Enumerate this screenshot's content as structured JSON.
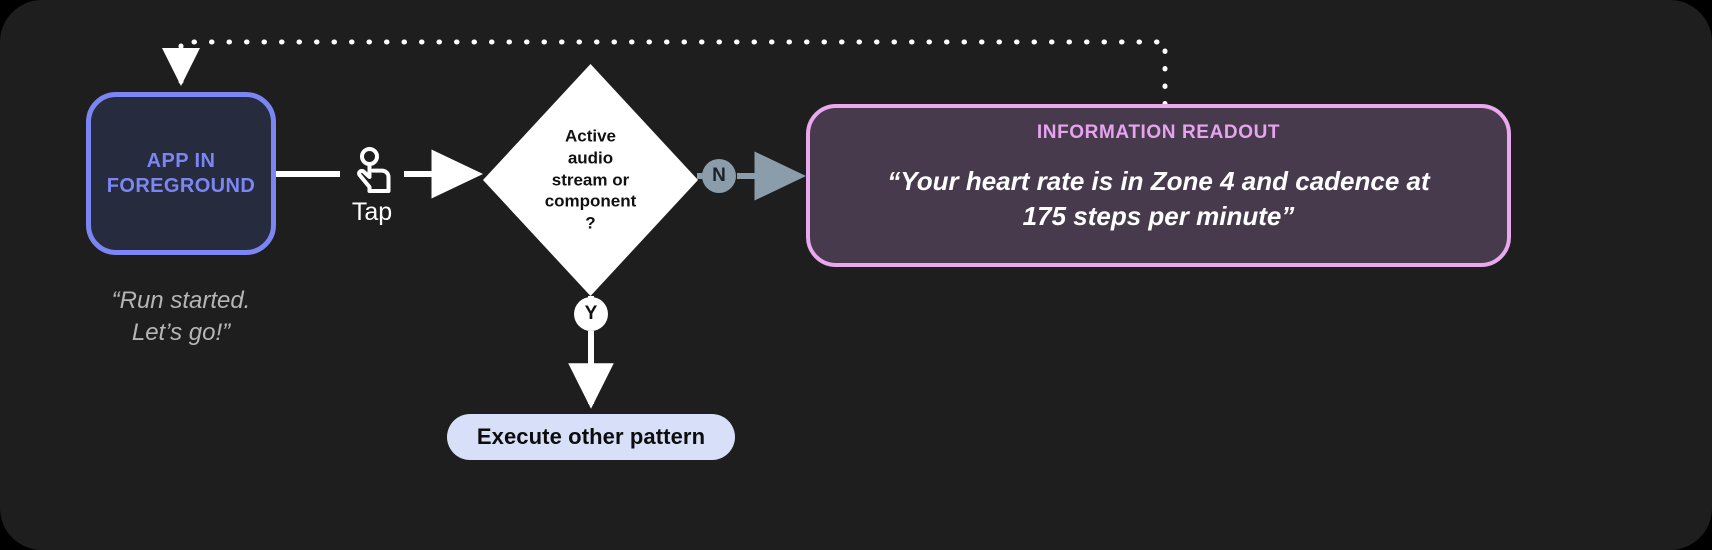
{
  "canvas": {
    "background": "#1e1e1e",
    "page_background": "#000000"
  },
  "nodes": {
    "app": {
      "label": "APP IN\nFOREGROUND",
      "line1": "APP IN",
      "line2": "FOREGROUND",
      "border_color": "#7b86f4",
      "fill_color": "#262b3d",
      "text_color": "#7b86f4"
    },
    "app_caption": {
      "line1": "“Run started.",
      "line2": "Let’s go!”",
      "text_color": "#b5b5b5"
    },
    "gesture": {
      "icon": "tap-icon",
      "label": "Tap"
    },
    "decision": {
      "line1": "Active",
      "line2": "audio",
      "line3": "stream or",
      "line4": "component",
      "line5": "?",
      "fill_color": "#ffffff",
      "text_color": "#111111"
    },
    "branch_no": {
      "label": "N",
      "fill_color": "#8b9dab",
      "text_color": "#1b2228"
    },
    "branch_yes": {
      "label": "Y",
      "fill_color": "#ffffff",
      "text_color": "#111111"
    },
    "readout": {
      "title": "INFORMATION READOUT",
      "body_line1": "“Your heart rate is in Zone 4 and cadence at",
      "body_line2": "175 steps per minute”",
      "border_color": "#eaa8ee",
      "fill_color": "#483a4d",
      "title_color": "#e7a3ef",
      "body_color": "#ffffff"
    },
    "execute_pill": {
      "label": "Execute other pattern",
      "fill_color": "#d7e0f8",
      "text_color": "#0d0d0d"
    }
  },
  "connectors": {
    "app_to_tap": {
      "style": "solid",
      "color": "#ffffff"
    },
    "tap_to_decision": {
      "style": "solid-arrow",
      "color": "#ffffff"
    },
    "decision_to_readout": {
      "style": "solid-arrow",
      "color": "#8b9dab"
    },
    "decision_to_pill": {
      "style": "solid-arrow",
      "color": "#ffffff"
    },
    "readout_feedback_to_app": {
      "style": "dotted-arrow",
      "color": "#ffffff"
    }
  }
}
